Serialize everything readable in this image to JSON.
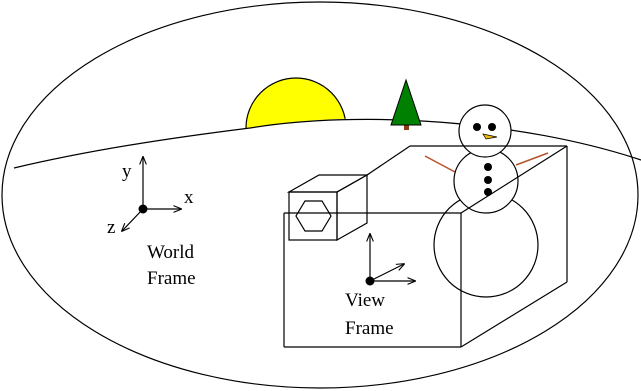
{
  "world_frame": {
    "axis_x": "x",
    "axis_y": "y",
    "axis_z": "z",
    "caption_line1": "World",
    "caption_line2": "Frame"
  },
  "view_frame": {
    "caption_line1": "View",
    "caption_line2": "Frame"
  },
  "colors": {
    "sun": "#ffff00",
    "tree": "#008000",
    "tree_trunk": "#8b3a1a",
    "snowman_arms": "#b5522b",
    "snowman_nose": "#f2b800",
    "outline": "#000000"
  },
  "scene_objects": [
    "sun",
    "pine-tree",
    "snowman",
    "camera",
    "view-volume",
    "world-axes",
    "view-axes"
  ]
}
